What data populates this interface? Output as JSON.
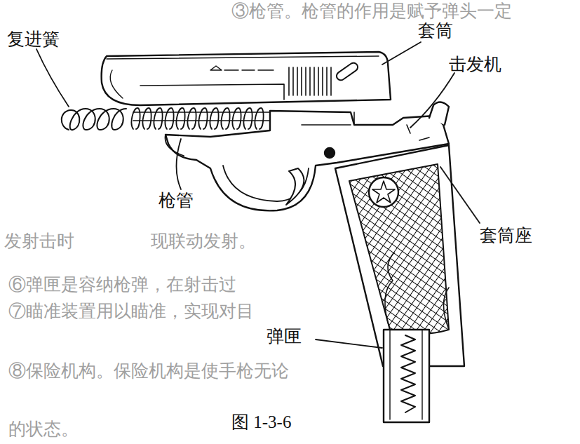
{
  "diagram": {
    "caption": "图 1-3-6",
    "labels": [
      "复进簧",
      "套筒",
      "击发机",
      "枪管",
      "套筒座",
      "弹匣",
      "③枪管。枪管的作用是赋予弹头一定",
      "发射击时",
      "现联动发射。",
      "⑥弹匣是容纳枪弹，在射击过",
      "⑦瞄准装置用以瞄准，实现对目",
      "⑧保险机构。保险机构是使手枪无论",
      "的状态。"
    ]
  }
}
